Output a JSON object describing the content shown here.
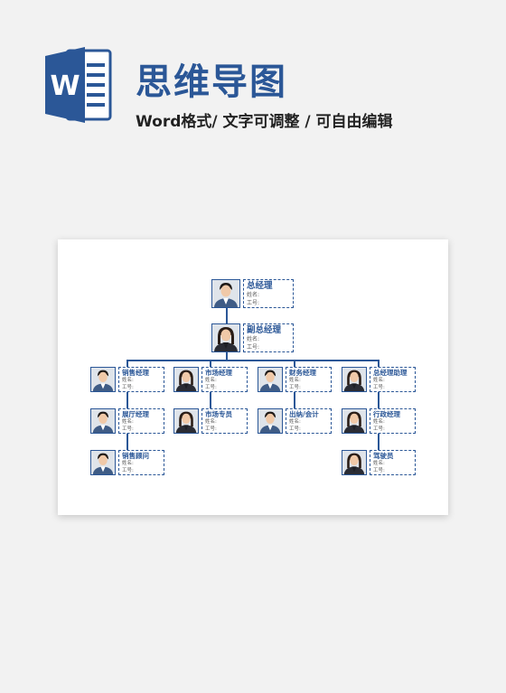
{
  "header": {
    "title": "思维导图",
    "subtitle": "Word格式/ 文字可调整 / 可自由编辑",
    "logo_letter": "W",
    "icon": "word-doc-icon"
  },
  "colors": {
    "accent": "#2b5797",
    "background": "#f2f2f2",
    "paper": "#ffffff"
  },
  "field_labels": {
    "name": "姓名:",
    "id": "工号:"
  },
  "org": {
    "gm": {
      "title": "总经理",
      "gender": "m"
    },
    "deputy": {
      "title": "副总经理",
      "gender": "f"
    },
    "columns": [
      {
        "head": {
          "title": "销售经理",
          "gender": "m"
        },
        "sub": [
          {
            "title": "展厅经理",
            "gender": "m"
          },
          {
            "title": "销售顾问",
            "gender": "m"
          }
        ]
      },
      {
        "head": {
          "title": "市场经理",
          "gender": "f"
        },
        "sub": [
          {
            "title": "市场专员",
            "gender": "f"
          }
        ]
      },
      {
        "head": {
          "title": "财务经理",
          "gender": "m"
        },
        "sub": [
          {
            "title": "出纳/会计",
            "gender": "m"
          }
        ]
      },
      {
        "head": {
          "title": "总经理助理",
          "gender": "f"
        },
        "sub": [
          {
            "title": "行政经理",
            "gender": "f"
          },
          {
            "title": "驾驶员",
            "gender": "f"
          }
        ]
      }
    ]
  }
}
